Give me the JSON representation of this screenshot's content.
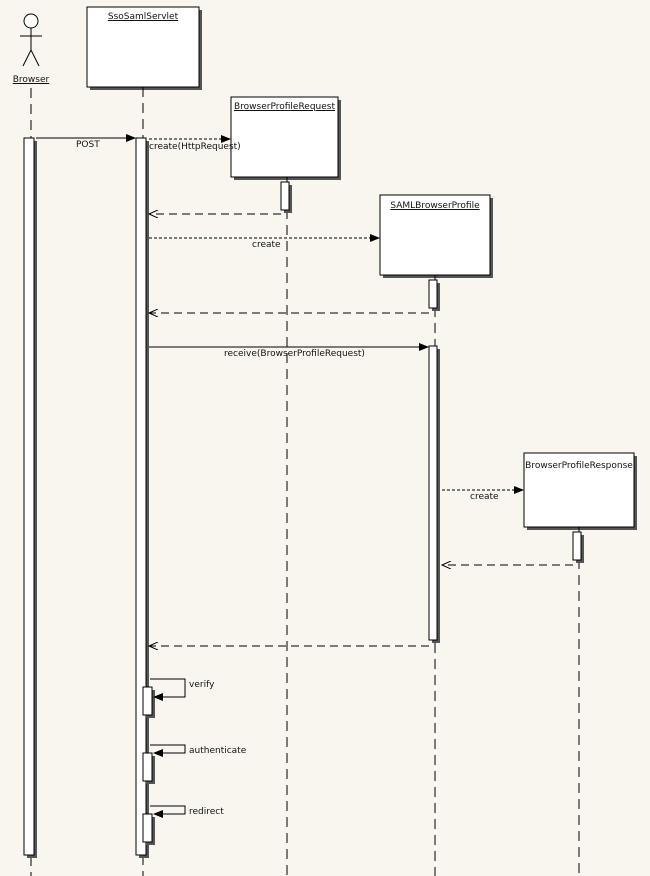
{
  "diagram": {
    "participants": {
      "browser": "Browser",
      "servlet": "SsoSamlServlet",
      "request": "BrowserProfileRequest",
      "profile": "SAMLBrowserProfile",
      "response": "BrowserProfileResponse"
    },
    "messages": {
      "post": "POST",
      "create_request": "create(HttpRequest)",
      "create_profile": "create",
      "receive": "receive(BrowserProfileRequest)",
      "create_response": "create",
      "verify": "verify",
      "authenticate": "authenticate",
      "redirect": "redirect"
    }
  }
}
